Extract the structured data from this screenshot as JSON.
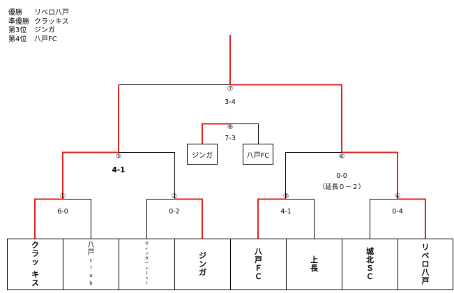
{
  "results": [
    {
      "label": "優勝",
      "team": "リベロ八戸"
    },
    {
      "label": "準優勝",
      "team": "クラッキス"
    },
    {
      "label": "第3位",
      "team": "ジンガ"
    },
    {
      "label": "第4位",
      "team": "八戸FC"
    }
  ],
  "matches": {
    "m1": {
      "num": "①",
      "score": "6-0"
    },
    "m2": {
      "num": "②",
      "score": "0-2"
    },
    "m3": {
      "num": "③",
      "score": "4-1"
    },
    "m4": {
      "num": "④",
      "score": "0-4"
    },
    "m5": {
      "num": "⑤",
      "score": "4-1"
    },
    "m6": {
      "num": "⑥",
      "score": "0-0",
      "note": "（延長０－２）"
    },
    "m7": {
      "num": "⑦",
      "score": "3-4"
    },
    "m8": {
      "num": "⑧",
      "score": "7-3"
    }
  },
  "third_place": {
    "left": "ジンガ",
    "right": "八戸FC"
  },
  "teams": [
    {
      "name": "クラッキス",
      "chars": [
        "ク",
        "ラ",
        "ッ",
        "",
        "キ",
        "ス"
      ]
    },
    {
      "name": "八戸club",
      "chars": [
        "八",
        "戸",
        "c",
        "l",
        "u",
        "b"
      ]
    },
    {
      "name": "ヴィンターレ1st",
      "chars": [
        "ヴ",
        "ィ",
        "ン",
        "タ",
        "ー",
        "レ",
        "1",
        "s",
        "t"
      ]
    },
    {
      "name": "ジンガ",
      "chars": [
        "ジ",
        "ン",
        "ガ"
      ]
    },
    {
      "name": "八戸ＦＣ",
      "chars": [
        "八",
        "戸",
        "Ｆ",
        "Ｃ"
      ]
    },
    {
      "name": "上長",
      "chars": [
        "上",
        "長"
      ]
    },
    {
      "name": "城北ＳＣ",
      "chars": [
        "城",
        "北",
        "Ｓ",
        "Ｃ"
      ]
    },
    {
      "name": "リベロ八戸",
      "chars": [
        "リ",
        "ベ",
        "ロ",
        "八",
        "戸"
      ]
    }
  ],
  "colors": {
    "win": "#e02020",
    "line": "#000000"
  }
}
